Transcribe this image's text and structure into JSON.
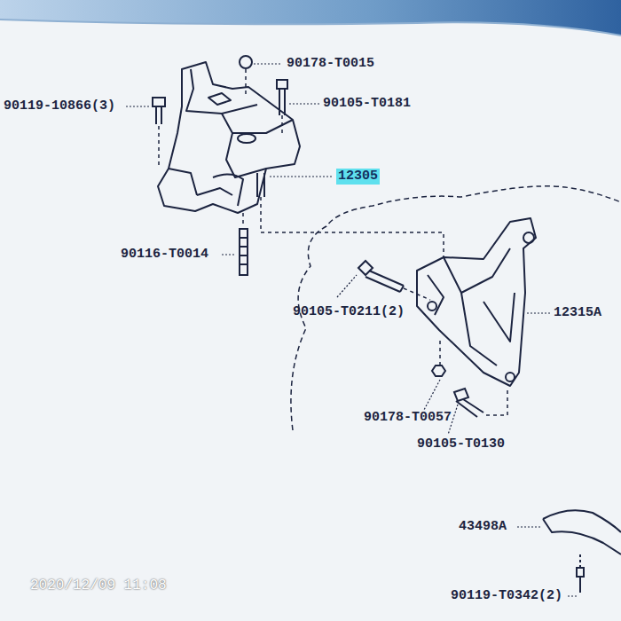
{
  "diagram": {
    "labels": [
      "90178-T0015",
      "90119-10866(3)",
      "90105-T0181",
      "12305",
      "90116-T0014",
      "90105-T0211(2)",
      "12315A",
      "90178-T0057",
      "90105-T0130",
      "43498A",
      "90119-T0342(2)",
      "2020/12/09 11:08"
    ]
  }
}
